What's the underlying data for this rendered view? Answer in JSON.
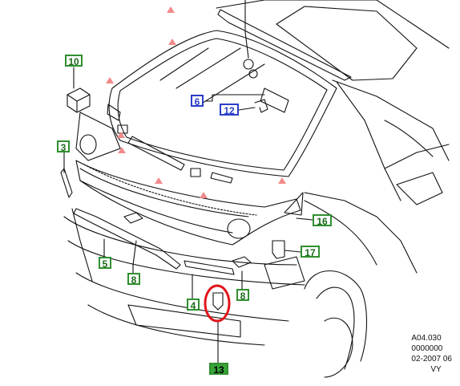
{
  "diagram": {
    "colors": {
      "line": "#111111",
      "callout_green": "#2f8f2f",
      "callout_blue": "#2a3fc8",
      "arrow_pink": "#f28a8a",
      "highlight_red": "#e0141a",
      "filled_green": "#3aa43a"
    },
    "callouts": {
      "c3": "3",
      "c4": "4",
      "c5": "5",
      "c6": "6",
      "c8a": "8",
      "c8b": "8",
      "c10": "10",
      "c12": "12",
      "c13": "13",
      "c16": "16",
      "c17": "17"
    },
    "reference": {
      "line1": "A04.030",
      "line2": "0000000",
      "line3": "02-2007 06",
      "line4": "VY"
    }
  }
}
